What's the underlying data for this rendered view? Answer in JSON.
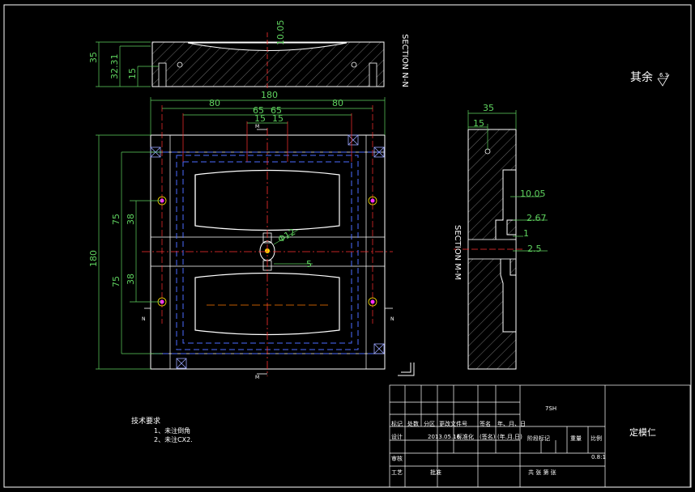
{
  "section_nn": "SECTION N-N",
  "section_mm": "SECTION M-M",
  "roughness": {
    "label": "其余",
    "value": "6.3"
  },
  "dims_top": {
    "d10_05": "10.05",
    "d35": "35",
    "d32_31": "32.31",
    "d15": "15"
  },
  "dims_plan": {
    "d180w": "180",
    "d80l": "80",
    "d80r": "80",
    "d65l": "65",
    "d65r": "65",
    "d15l": "15",
    "d15r": "15",
    "d180h": "180",
    "d75a": "75",
    "d38a": "38",
    "d75b": "75",
    "d38b": "38",
    "phi12": "Φ12",
    "d5": "5"
  },
  "dims_side": {
    "d35": "35",
    "d15": "15",
    "d10_05": "10.05",
    "d2_67": "2.67",
    "d1": "1",
    "d2_5": "2.5"
  },
  "markers": {
    "n": "N",
    "m": "M"
  },
  "notes": {
    "title": "技术要求",
    "line1": "1、未注倒角",
    "line2": "2、未注CX2."
  },
  "title_block": {
    "part_name": "定模仁",
    "material": "7SH",
    "row_labels": [
      "标记",
      "处数",
      "分区",
      "更改文件号",
      "签名",
      "年、月、日"
    ],
    "design": "设计",
    "standard": "标准化",
    "audit": "审核",
    "process": "工艺",
    "approve": "批准",
    "stage": "阶段标记",
    "weight": "重量",
    "scale": "比例",
    "scale_val": "0.8:1",
    "sheets": "共  张  第  张",
    "date": "2013.05.16",
    "sign": "(签名)",
    "ymd": "(年.月.日)"
  }
}
